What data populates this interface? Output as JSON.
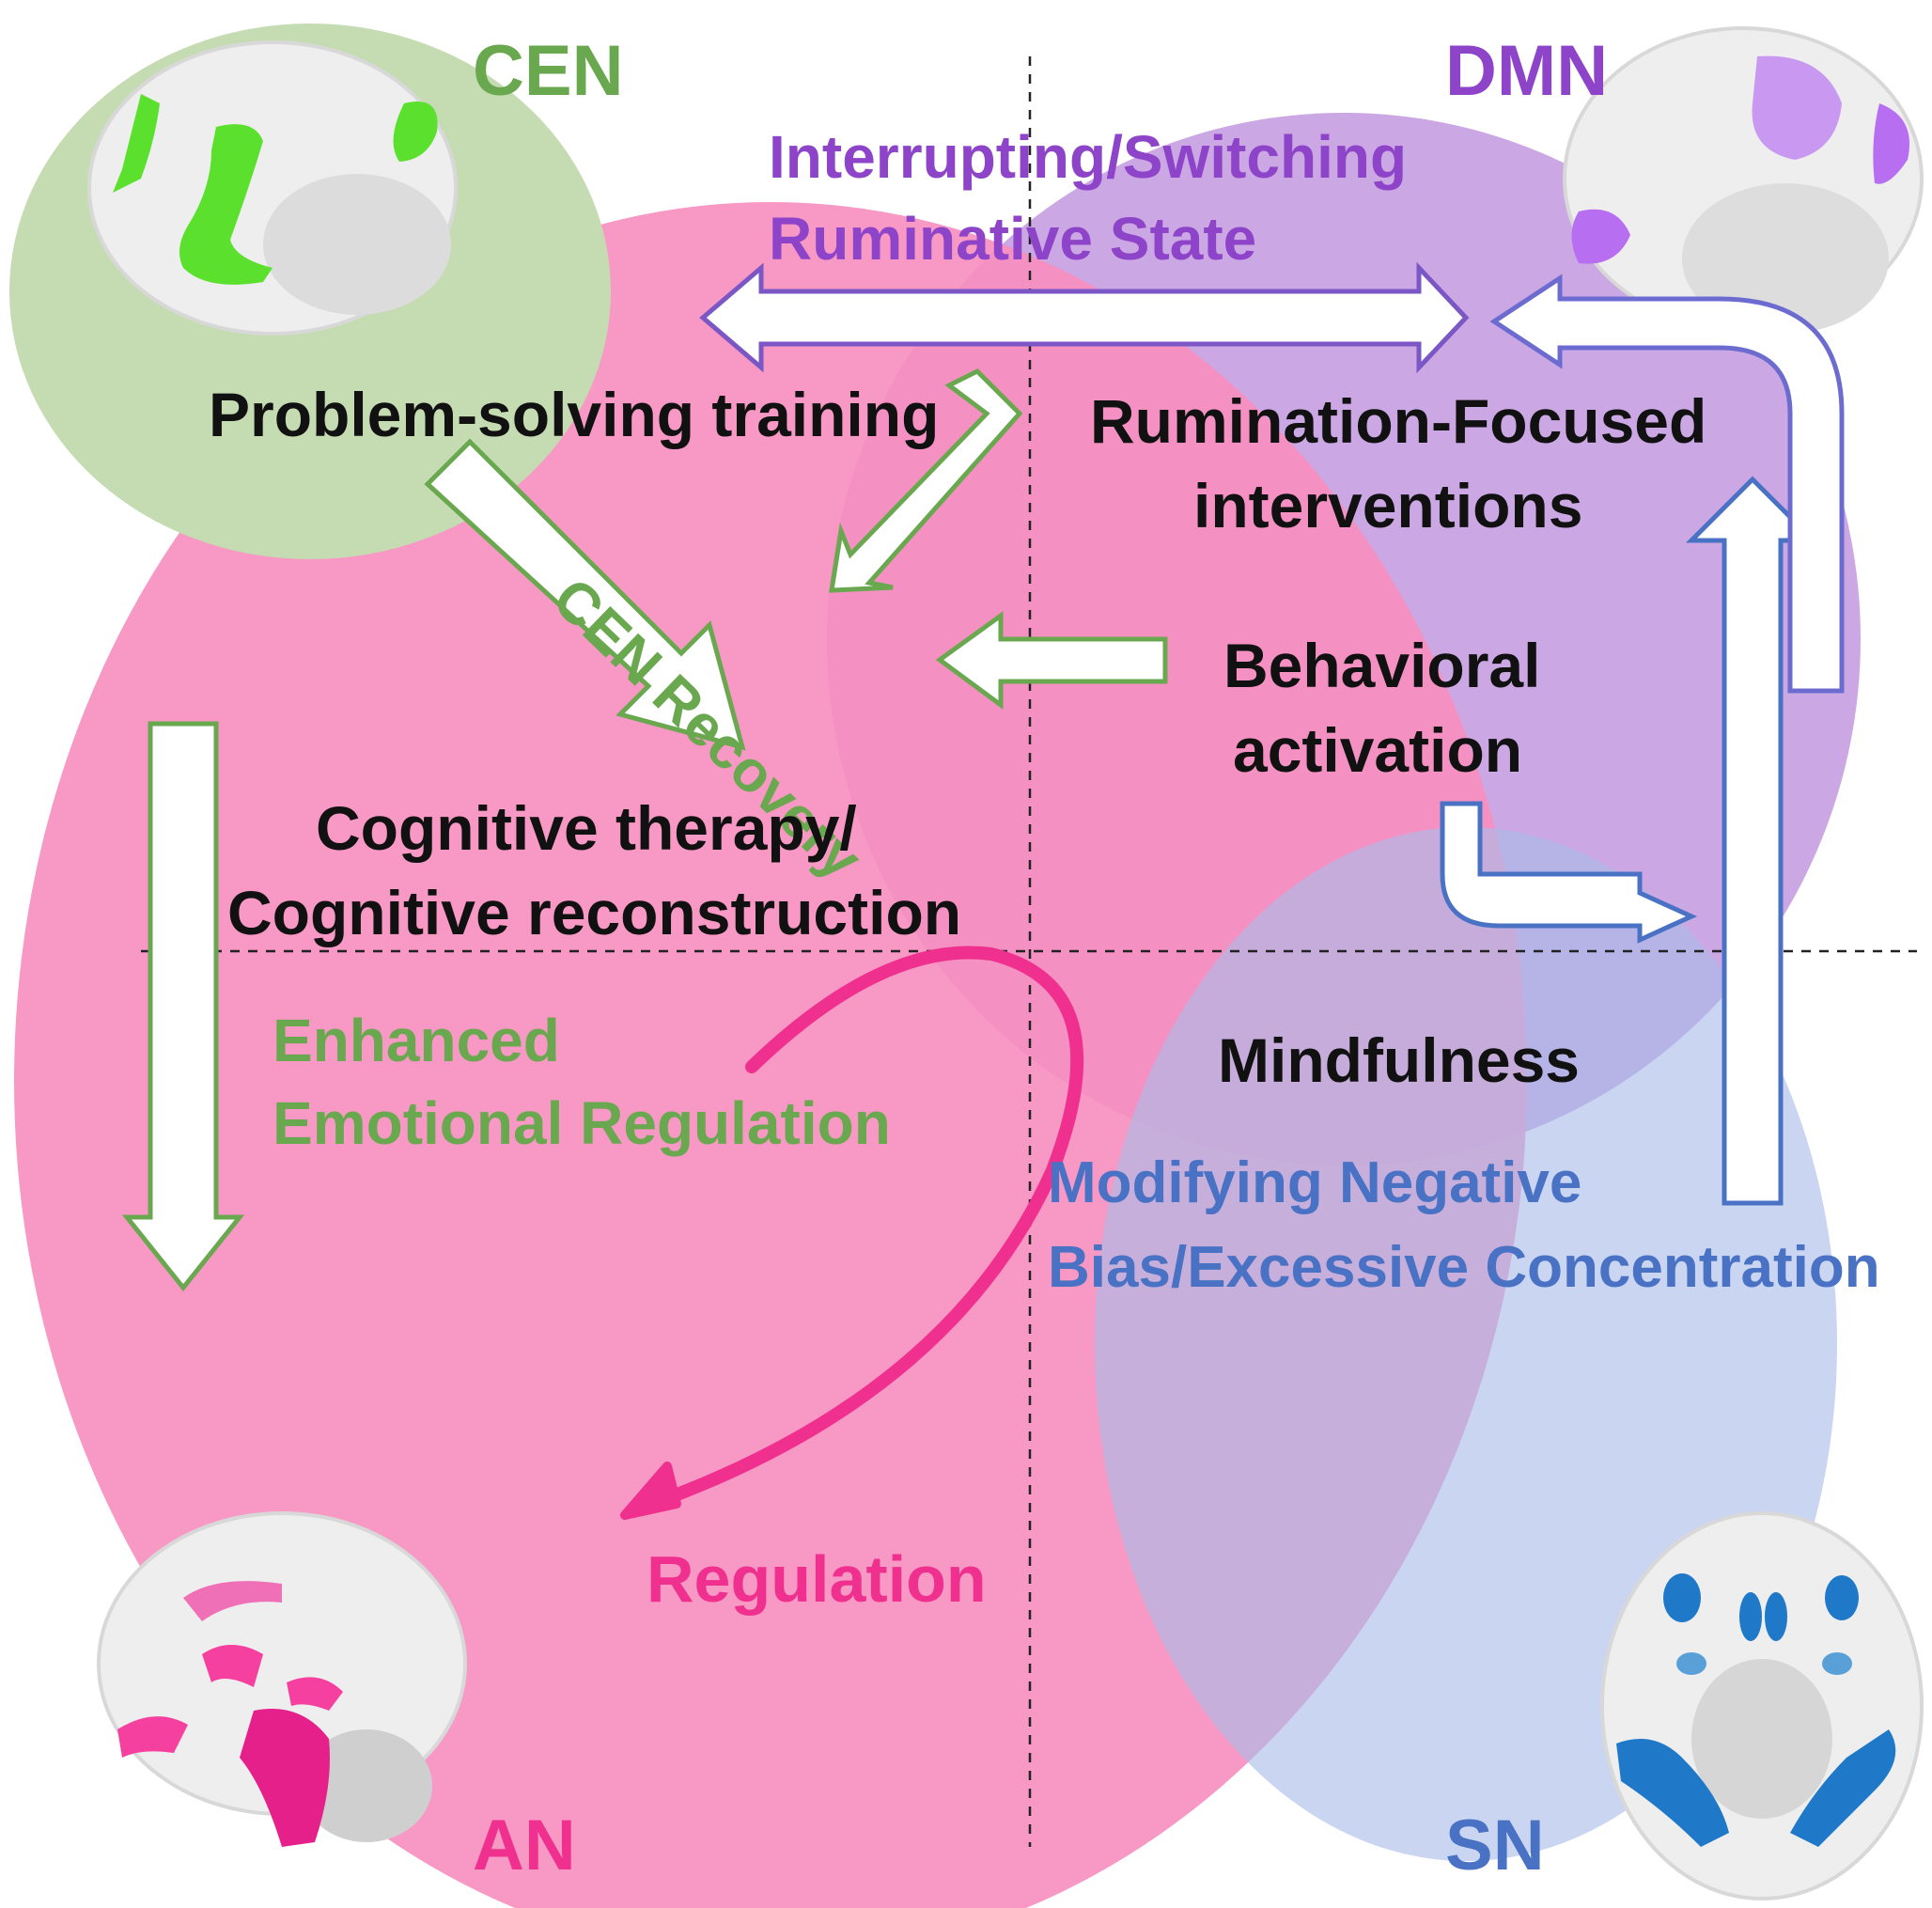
{
  "colors": {
    "cen": "#6aa84f",
    "cen_bright": "#5ce02e",
    "dmn": "#8e44c8",
    "dmn_fill": "#c7a0e2",
    "an": "#f0308f",
    "an_fill": "#f78fbf",
    "sn": "#4a72c4",
    "sn_fill": "#aec2e6",
    "sn_brain": "#1f78c8",
    "text": "#111111"
  },
  "networks": {
    "cen": {
      "label": "CEN",
      "icon": "brain-lateral-icon"
    },
    "dmn": {
      "label": "DMN",
      "icon": "brain-lateral-icon"
    },
    "an": {
      "label": "AN",
      "icon": "brain-medial-icon"
    },
    "sn": {
      "label": "SN",
      "icon": "brain-axial-icon"
    }
  },
  "interventions": {
    "problem_solving": "Problem-solving training",
    "rumination_focused": [
      "Rumination-Focused",
      "interventions"
    ],
    "behavioral_activation": [
      "Behavioral",
      "activation"
    ],
    "cognitive_therapy": [
      "Cognitive therapy/",
      "Cognitive reconstruction"
    ],
    "mindfulness": "Mindfulness"
  },
  "effects": {
    "interrupting": [
      "Interrupting/Switching",
      "Ruminative State"
    ],
    "cen_recovery": "CEN Recovery",
    "enhanced_regulation": [
      "Enhanced",
      "Emotional Regulation"
    ],
    "regulation": "Regulation",
    "modifying_bias": [
      "Modifying Negative",
      "Bias/Excessive Concentration"
    ]
  }
}
